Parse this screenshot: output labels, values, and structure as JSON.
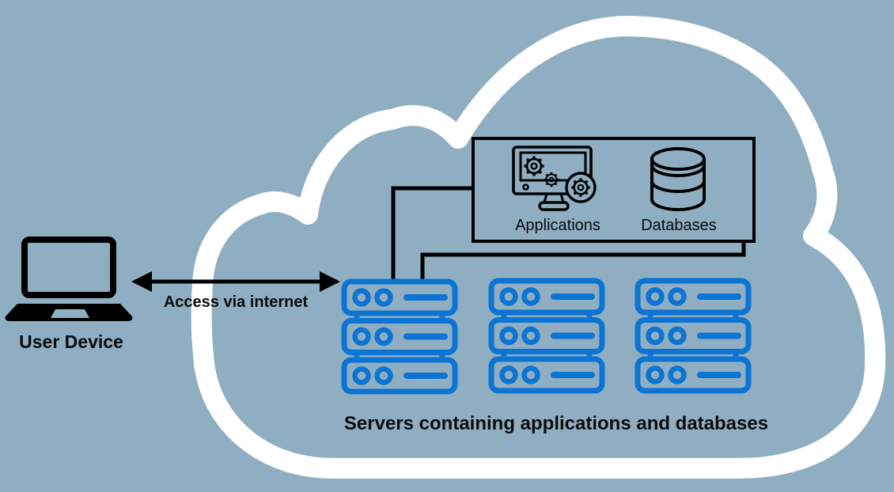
{
  "diagram": {
    "labels": {
      "user_device": "User Device",
      "access_via_internet": "Access via internet",
      "applications": "Applications",
      "databases": "Databases",
      "servers_caption": "Servers containing applications and databases"
    },
    "colors": {
      "background": "#8FAEC2",
      "cloud_outline": "#FFFFFF",
      "line": "#000000",
      "server_blue": "#0C74D2"
    },
    "icons": {
      "cloud-icon": "thick white cloud outline",
      "laptop-icon": "black laptop silhouette",
      "internet-arrow-icon": "black double-headed horizontal arrow",
      "applications-icon": "monitor with gears and gear badge",
      "database-icon": "stacked-disk cylinder",
      "server-rack-icon": "blue 3-unit server rack with indicator dots"
    }
  }
}
